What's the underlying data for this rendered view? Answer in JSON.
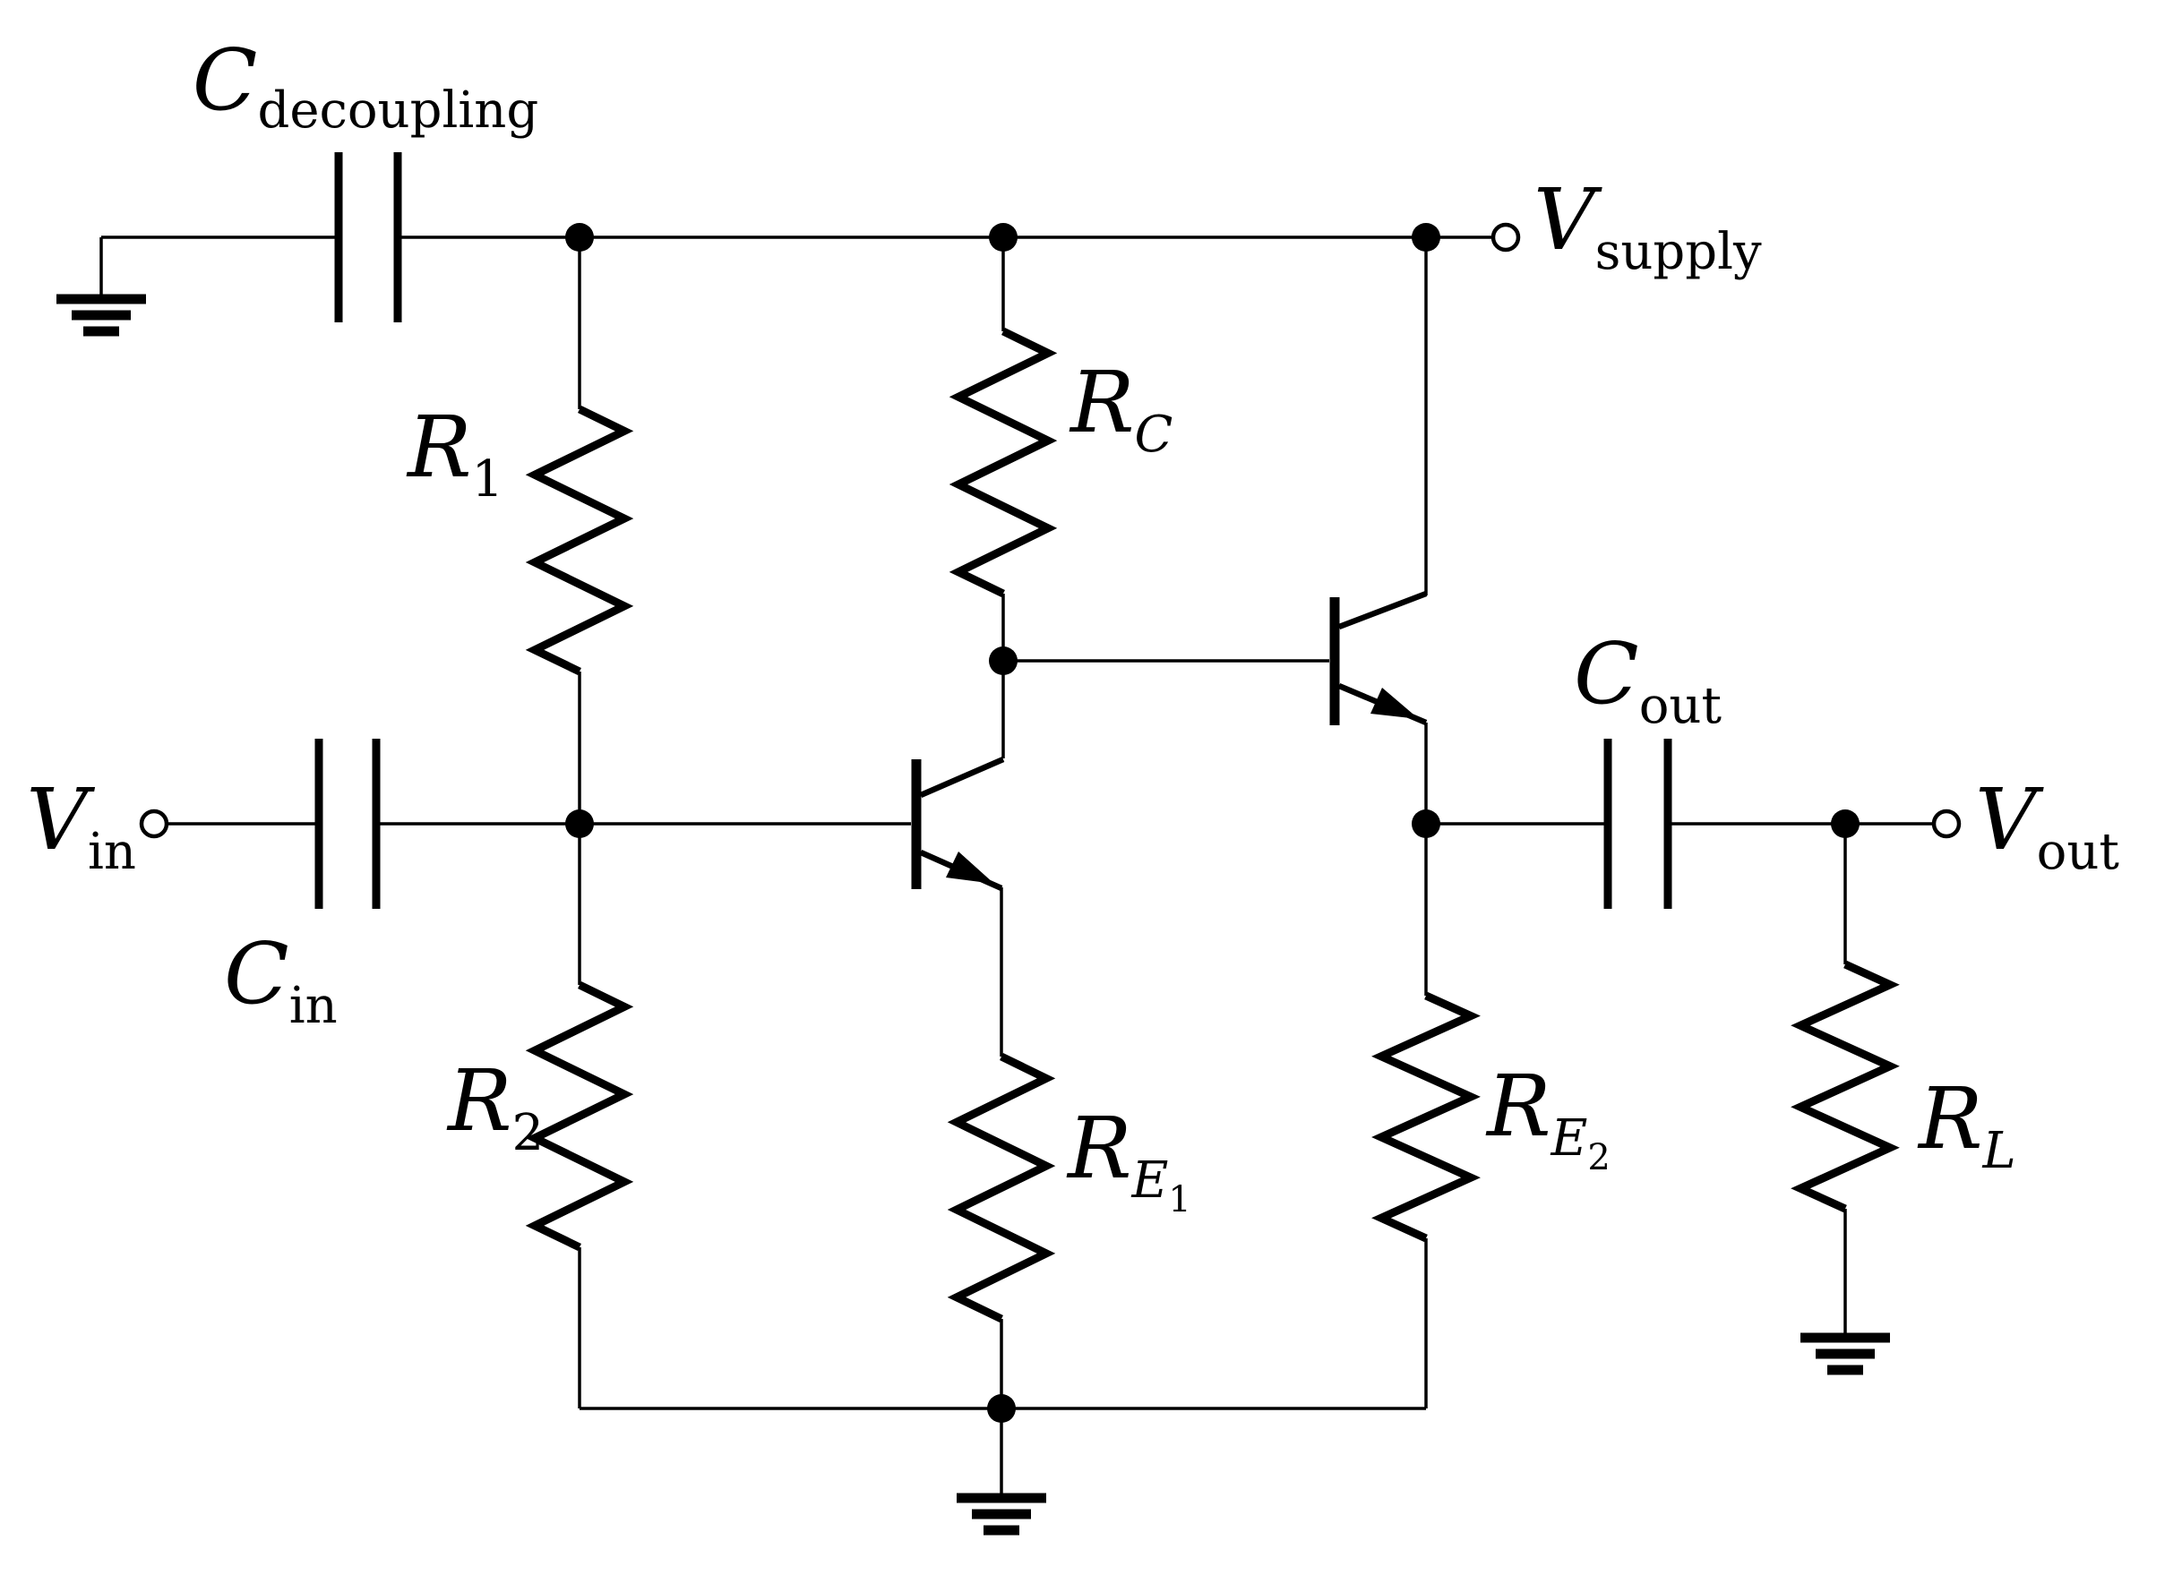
{
  "figure": {
    "type": "circuit-schematic",
    "description_visible": "Two-stage BJT amplifier schematic drawn in black on white",
    "colors": {
      "ink": "#000000",
      "background": "#ffffff"
    }
  },
  "labels": {
    "c_decoupling": {
      "main": "C",
      "sub": "decoupling"
    },
    "v_supply": {
      "main": "V",
      "sub": "supply"
    },
    "r1": {
      "main": "R",
      "sub": "1"
    },
    "r2": {
      "main": "R",
      "sub": "2"
    },
    "rc": {
      "main": "R",
      "sub": "C"
    },
    "re1": {
      "main": "R",
      "sub": "E",
      "subsub": "1"
    },
    "re2": {
      "main": "R",
      "sub": "E",
      "subsub": "2"
    },
    "rl": {
      "main": "R",
      "sub": "L"
    },
    "c_in": {
      "main": "C",
      "sub": "in"
    },
    "c_out": {
      "main": "C",
      "sub": "out"
    },
    "v_in": {
      "main": "V",
      "sub": "in"
    },
    "v_out": {
      "main": "V",
      "sub": "out"
    }
  },
  "components": [
    {
      "id": "c_decoupling",
      "kind": "capacitor"
    },
    {
      "id": "c_in",
      "kind": "capacitor"
    },
    {
      "id": "c_out",
      "kind": "capacitor"
    },
    {
      "id": "r1",
      "kind": "resistor"
    },
    {
      "id": "r2",
      "kind": "resistor"
    },
    {
      "id": "rc",
      "kind": "resistor"
    },
    {
      "id": "re1",
      "kind": "resistor"
    },
    {
      "id": "re2",
      "kind": "resistor"
    },
    {
      "id": "rl",
      "kind": "resistor"
    },
    {
      "id": "q1",
      "kind": "npn-transistor"
    },
    {
      "id": "q2",
      "kind": "npn-transistor"
    },
    {
      "id": "v_in",
      "kind": "input-terminal"
    },
    {
      "id": "v_out",
      "kind": "output-terminal"
    },
    {
      "id": "v_supply",
      "kind": "supply-terminal"
    },
    {
      "id": "gnd_top_left",
      "kind": "ground"
    },
    {
      "id": "gnd_bottom_center",
      "kind": "ground"
    },
    {
      "id": "gnd_bottom_right",
      "kind": "ground"
    }
  ]
}
